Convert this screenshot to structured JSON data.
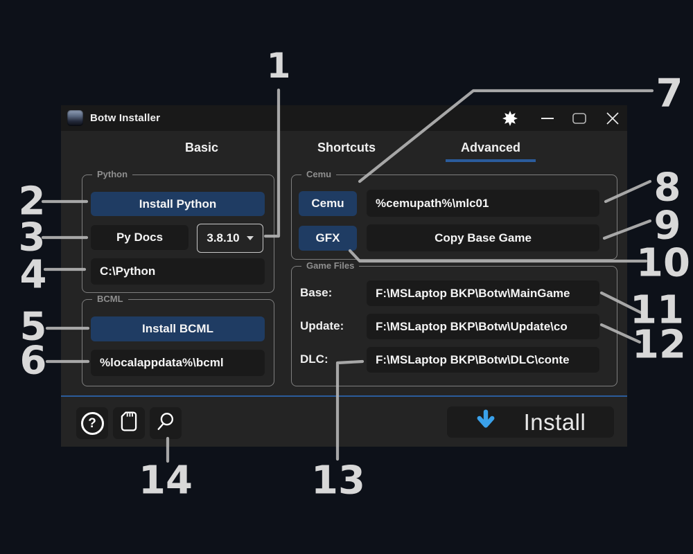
{
  "window": {
    "title": "Botw Installer",
    "tabs": [
      {
        "label": "Basic"
      },
      {
        "label": "Shortcuts"
      },
      {
        "label": "Advanced"
      }
    ],
    "active_tab": "Advanced"
  },
  "python_group": {
    "title": "Python",
    "install_button": "Install Python",
    "docs_button": "Py Docs",
    "version": "3.8.10",
    "path_value": "C:\\Python"
  },
  "bcml_group": {
    "title": "BCML",
    "install_button": "Install BCML",
    "path_value": "%localappdata%\\bcml"
  },
  "cemu_group": {
    "title": "Cemu",
    "cemu_button": "Cemu",
    "mlc_value": "%cemupath%\\mlc01",
    "gfx_button": "GFX",
    "copy_base_button": "Copy Base Game"
  },
  "game_files_group": {
    "title": "Game Files",
    "base_label": "Base:",
    "base_value": "F:\\MSLaptop BKP\\Botw\\MainGame",
    "update_label": "Update:",
    "update_value": "F:\\MSLaptop BKP\\Botw\\Update\\co",
    "dlc_label": "DLC:",
    "dlc_value": "F:\\MSLaptop BKP\\Botw\\DLC\\conte"
  },
  "footer": {
    "install_button": "Install",
    "help_glyph": "?"
  },
  "colors": {
    "accent_button_blue": "#1f3c63",
    "tab_underline_blue": "#2b5c9c",
    "install_arrow_blue": "#3aa1ea",
    "page_background": "#0d1119",
    "window_background": "#242424"
  },
  "annotations": [
    {
      "label": "1"
    },
    {
      "label": "2"
    },
    {
      "label": "3"
    },
    {
      "label": "4"
    },
    {
      "label": "5"
    },
    {
      "label": "6"
    },
    {
      "label": "7"
    },
    {
      "label": "8"
    },
    {
      "label": "9"
    },
    {
      "label": "10"
    },
    {
      "label": "11"
    },
    {
      "label": "12"
    },
    {
      "label": "13"
    },
    {
      "label": "14"
    }
  ]
}
